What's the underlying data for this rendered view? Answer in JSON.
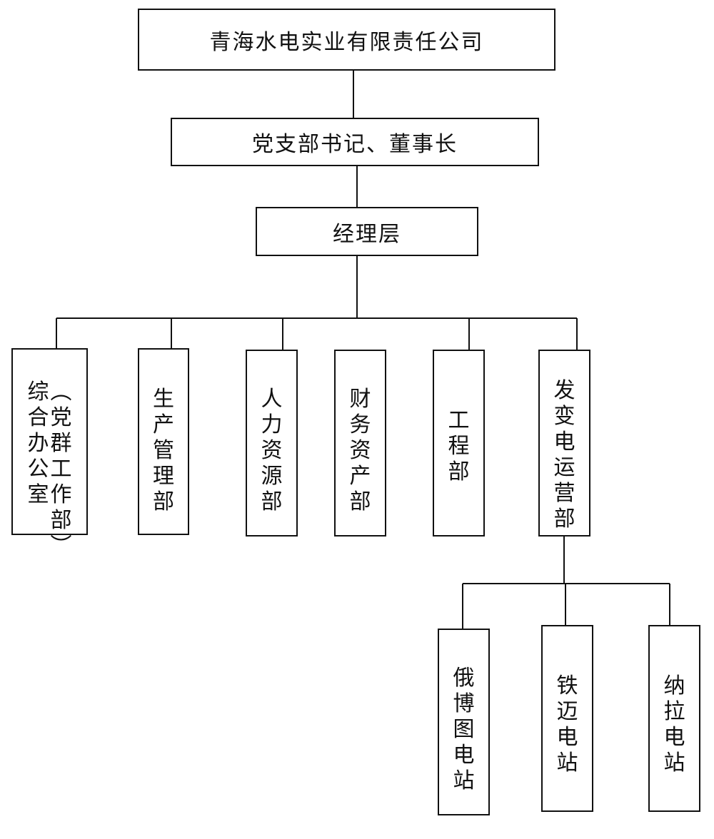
{
  "org": {
    "company": "青海水电实业有限责任公司",
    "leader": "党支部书记、董事长",
    "management": "经理层",
    "departments": [
      {
        "id": "general-office",
        "columns": [
          "（党群工作部）",
          "综合办公室"
        ]
      },
      {
        "id": "production",
        "columns": [
          "生产管理部"
        ]
      },
      {
        "id": "hr",
        "columns": [
          "人力资源部"
        ]
      },
      {
        "id": "finance",
        "columns": [
          "财务资产部"
        ]
      },
      {
        "id": "engineering",
        "columns": [
          "工程部"
        ]
      },
      {
        "id": "operations",
        "columns": [
          "发变电运营部"
        ]
      }
    ],
    "stations": [
      {
        "id": "eboto",
        "columns": [
          "俄博图电站"
        ]
      },
      {
        "id": "tiemai",
        "columns": [
          "铁迈电站"
        ]
      },
      {
        "id": "nala",
        "columns": [
          "纳拉电站"
        ]
      }
    ]
  }
}
